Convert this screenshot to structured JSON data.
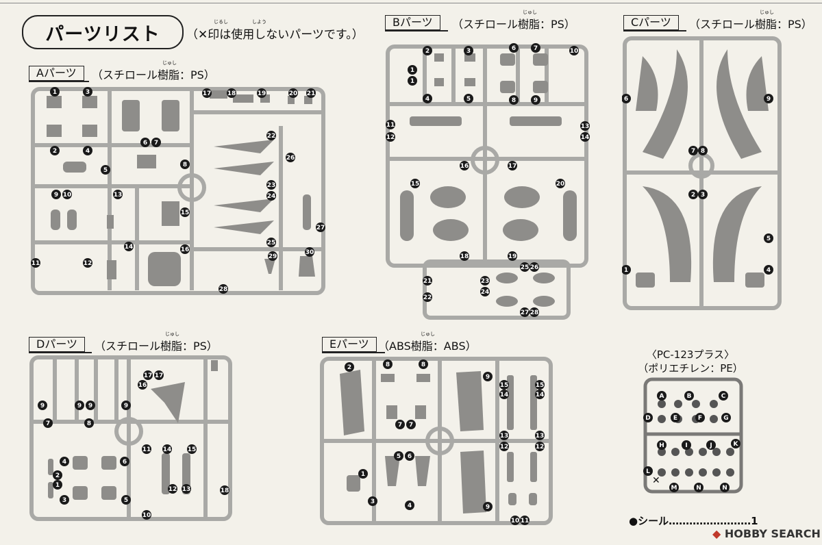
{
  "header": {
    "title": "パーツリスト",
    "note": "（✕印は使用しないパーツです。）",
    "note_ruby_1": "じるし",
    "note_ruby_2": "しよう"
  },
  "runners": {
    "a": {
      "label": "Aパーツ",
      "material": "（スチロール樹脂：PS）",
      "ruby": "じゅし",
      "numbers": [
        "1",
        "3",
        "2",
        "4",
        "5",
        "6",
        "7",
        "8",
        "9",
        "10",
        "13",
        "14",
        "11",
        "12",
        "15",
        "16",
        "17",
        "18",
        "19",
        "20",
        "21",
        "22",
        "23",
        "24",
        "25",
        "26",
        "27",
        "28",
        "29",
        "30"
      ]
    },
    "b": {
      "label": "Bパーツ",
      "material": "（スチロール樹脂：PS）",
      "ruby": "じゅし",
      "numbers": [
        "2",
        "3",
        "1",
        "1",
        "4",
        "5",
        "6",
        "7",
        "8",
        "9",
        "10",
        "11",
        "12",
        "13",
        "14",
        "15",
        "16",
        "17",
        "18",
        "19",
        "20",
        "21",
        "22",
        "23",
        "24",
        "25",
        "26",
        "27",
        "28"
      ]
    },
    "c": {
      "label": "Cパーツ",
      "material": "（スチロール樹脂：PS）",
      "ruby": "じゅし",
      "numbers": [
        "6",
        "9",
        "7",
        "8",
        "2",
        "3",
        "5",
        "1",
        "4"
      ]
    },
    "d": {
      "label": "Dパーツ",
      "material": "（スチロール樹脂：PS）",
      "ruby": "じゅし",
      "numbers": [
        "17",
        "17",
        "16",
        "9",
        "9",
        "9",
        "9",
        "7",
        "8",
        "4",
        "6",
        "2",
        "1",
        "3",
        "5",
        "11",
        "14",
        "15",
        "10",
        "12",
        "13",
        "18"
      ]
    },
    "e": {
      "label": "Eパーツ",
      "material": "（ABS樹脂：ABS）",
      "ruby": "じゅし",
      "numbers": [
        "2",
        "8",
        "8",
        "9",
        "15",
        "15",
        "14",
        "14",
        "7",
        "7",
        "13",
        "13",
        "12",
        "12",
        "5",
        "6",
        "1",
        "3",
        "4",
        "9",
        "10",
        "11"
      ]
    }
  },
  "pe": {
    "title_line1": "〈PC-123プラス〉",
    "title_line2": "（ポリエチレン：PE）",
    "letters": [
      "A",
      "B",
      "C",
      "D",
      "E",
      "F",
      "G",
      "H",
      "I",
      "J",
      "K",
      "L",
      "M",
      "N",
      "N"
    ]
  },
  "footer": {
    "seal": "●シール……………………1",
    "watermark": "HOBBY SEARCH"
  },
  "colors": {
    "runner": "#a9a9a6",
    "part": "#8e8d8a",
    "number_badge": "#1a1a1a"
  }
}
